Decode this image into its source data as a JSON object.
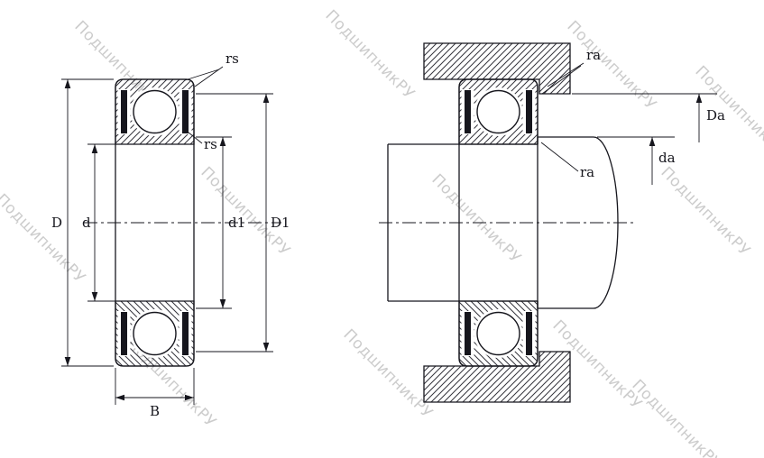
{
  "watermark": {
    "text": "ПодшипникРУ",
    "color": "#c4c4c4"
  },
  "labels": {
    "rs_outer": "rs",
    "rs_inner": "rs",
    "D": "D",
    "d": "d",
    "d1": "d1",
    "D1": "D1",
    "B": "B",
    "ra_outer": "ra",
    "ra_inner": "ra",
    "Da": "Da",
    "da": "da"
  },
  "colors": {
    "line": "#16161d",
    "watermark": "#c4c4c4",
    "background": "#ffffff"
  }
}
